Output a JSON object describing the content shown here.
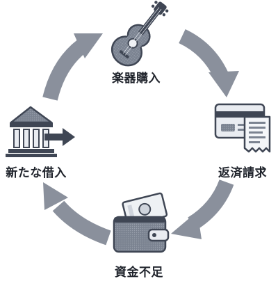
{
  "cycle": {
    "steps": [
      {
        "label": "楽器購入",
        "icon": "guitar-icon"
      },
      {
        "label": "返済請求",
        "icon": "bill-icon"
      },
      {
        "label": "資金不足",
        "icon": "wallet-icon"
      },
      {
        "label": "新たな借入",
        "icon": "bank-icon"
      }
    ]
  },
  "colors": {
    "arrow": "#8a909c",
    "icon_fill": "#6f7888",
    "icon_dark": "#3f4654",
    "icon_light": "#e9ecf1",
    "text": "#1f232b"
  }
}
